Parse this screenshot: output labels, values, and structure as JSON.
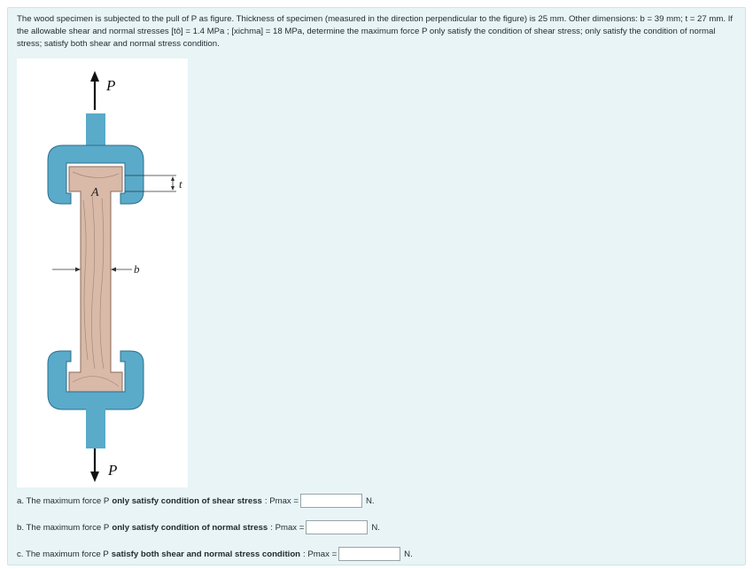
{
  "question": {
    "text": "The wood specimen is subjected to the pull of P as figure. Thickness of specimen (measured in the direction perpendicular to the figure) is 25 mm. Other dimensions: b = 39 mm; t = 27 mm. If the allowable shear and normal stresses [tô] = 1.4 MPa ; [xichma] = 18 MPa, determine the maximum force P only satisfy the condition of shear stress; only satisfy the condition of normal stress; satisfy both shear and normal stress condition."
  },
  "figure": {
    "label_top_P": "P",
    "label_bottom_P": "P",
    "label_A": "A",
    "label_t": "t",
    "label_b": "b",
    "colors": {
      "clamp": "#5aaac9",
      "clamp_dark": "#2c6f8e",
      "wood": "#d9b9a8",
      "wood_grain": "#a88878"
    }
  },
  "answers": [
    {
      "prefix": "a. The maximum force P",
      "bold": "only satisfy condition of shear stress",
      "suffix": ": Pmax =",
      "value": "",
      "unit": "N."
    },
    {
      "prefix": "b. The maximum force P",
      "bold": "only satisfy condition of normal stress",
      "suffix": ": Pmax =",
      "value": "",
      "unit": "N."
    },
    {
      "prefix": "c. The maximum force P",
      "bold": "satisfy both shear and normal stress condition",
      "suffix": ": Pmax =",
      "value": "",
      "unit": "N."
    }
  ]
}
